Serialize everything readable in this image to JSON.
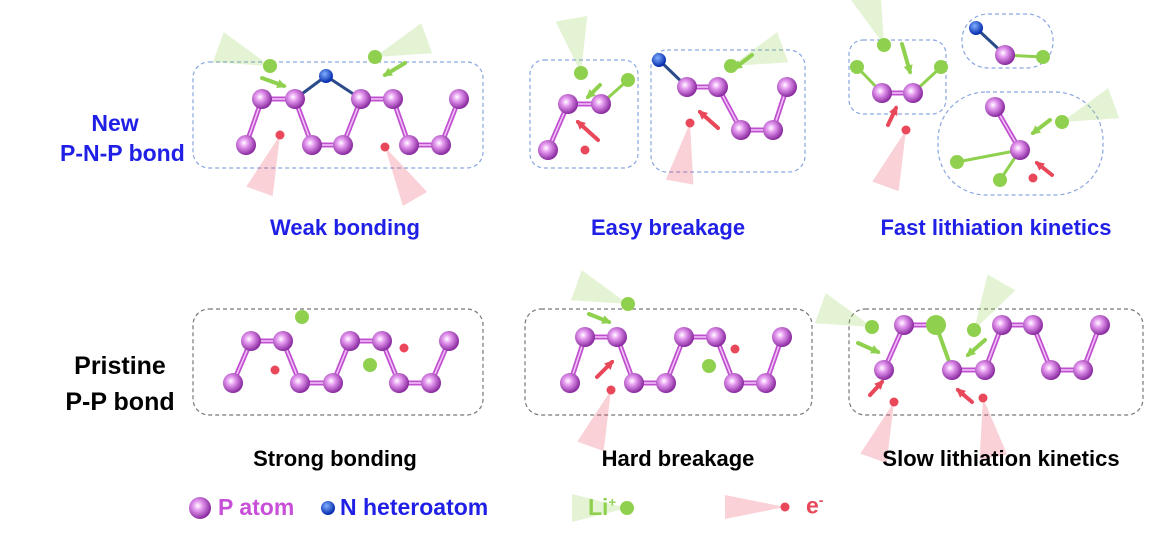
{
  "rows": {
    "top": {
      "label_line1": "New",
      "label_line2": "P-N-P bond",
      "color": "#1f1fe6"
    },
    "bottom": {
      "label_line1": "Pristine",
      "label_line2": "P-P bond",
      "color": "#000000"
    }
  },
  "captions": {
    "weak": "Weak bonding",
    "easy": "Easy breakage",
    "fast": "Fast lithiation kinetics",
    "strong": "Strong bonding",
    "hard": "Hard breakage",
    "slow": "Slow lithiation kinetics"
  },
  "legend": {
    "p_atom": "P atom",
    "n_atom": "N heteroatom",
    "li": "Li",
    "li_sup": "+",
    "e": "e",
    "e_sup": "-"
  },
  "colors": {
    "p_atom": "#c84fd8",
    "n_atom": "#1550e0",
    "li": "#8fd14f",
    "e": "#e8485a",
    "box_top": "#8aa6e0",
    "box_bottom": "#777777"
  }
}
